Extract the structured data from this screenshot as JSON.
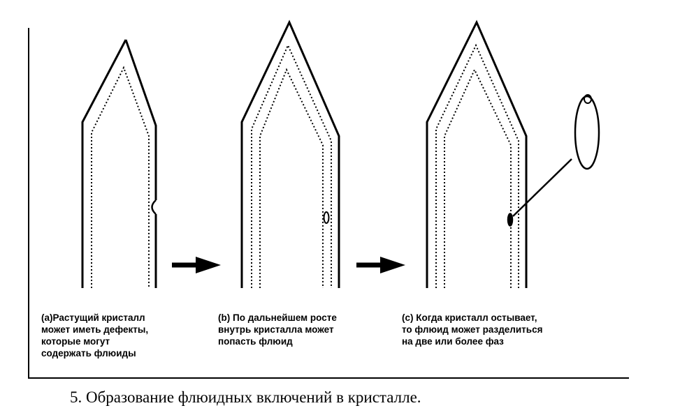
{
  "panels": [
    {
      "caption": "(a)Растущий кристалл\nможет иметь дефекты,\nкоторые могут\nсодержать флюиды"
    },
    {
      "caption": "(b) По дальнейшем росте\nвнутрь кристалла может\nпопасть флюид"
    },
    {
      "caption": "(c) Когда кристалл остывает,\nто  флюид может разделиться\nна две или более фаз"
    }
  ],
  "figure_title": "5. Образование флюидных включений в кристалле.",
  "colors": {
    "ink": "#000000",
    "background": "#ffffff"
  }
}
